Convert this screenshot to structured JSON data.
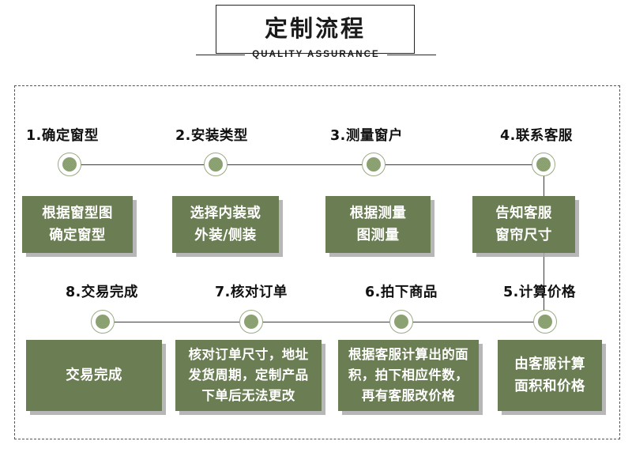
{
  "header": {
    "title": "定制流程",
    "subtitle": "QUALITY ASSURANCE"
  },
  "theme": {
    "card_green": "#6b7d53",
    "node_green": "#8ba171",
    "node_ring": "#9aab84",
    "line_color": "#3b3b3b",
    "border_dashed": "#555555",
    "text_dark": "#111111",
    "card_text": "#ffffff",
    "shadow": "#aaaaaa"
  },
  "flow": {
    "row1": [
      {
        "label": "1.确定窗型",
        "body": "根据窗型图\n确定窗型"
      },
      {
        "label": "2.安装类型",
        "body": "选择内装或\n外装/侧装"
      },
      {
        "label": "3.测量窗户",
        "body": "根据测量\n图测量"
      },
      {
        "label": "4.联系客服",
        "body": "告知客服\n窗帘尺寸"
      }
    ],
    "row2": [
      {
        "label": "8.交易完成",
        "body": "交易完成"
      },
      {
        "label": "7.核对订单",
        "body": "核对订单尺寸，地址\n发货周期，定制产品\n下单后无法更改"
      },
      {
        "label": "6.拍下商品",
        "body": "根据客服计算出的面\n积，拍下相应件数，\n再有客服改价格"
      },
      {
        "label": "5.计算价格",
        "body": "由客服计算\n面积和价格"
      }
    ]
  }
}
